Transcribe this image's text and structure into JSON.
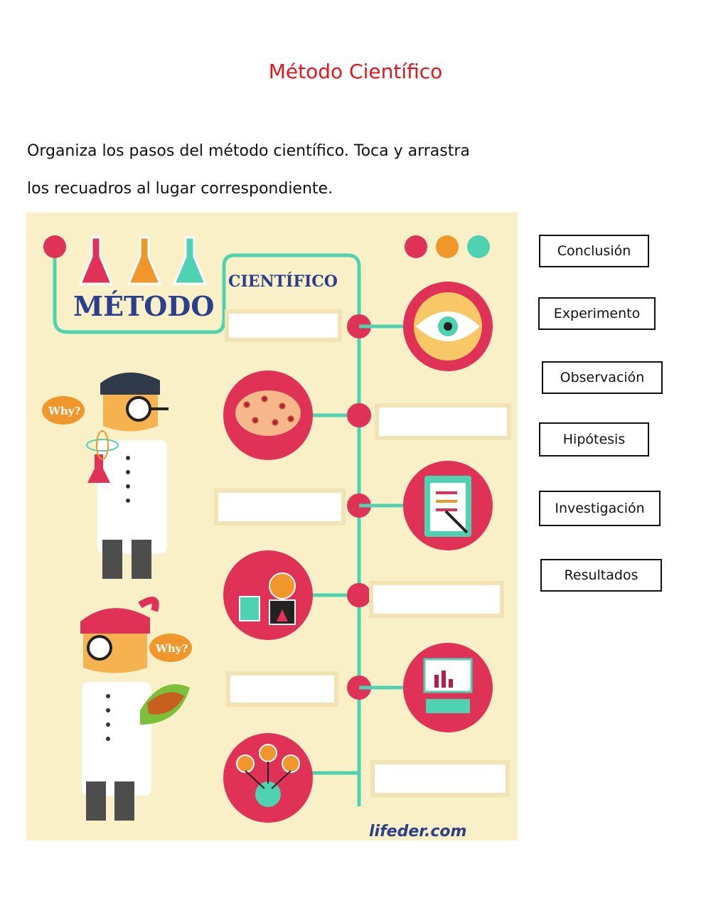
{
  "page": {
    "title": "Método Científico",
    "instructions": [
      "Organiza los pasos del método científico.  Toca y arrastra",
      "los recuadros al lugar correspondiente."
    ]
  },
  "poster": {
    "heading_top": "CIENTÍFICO",
    "heading_main": "MÉTODO",
    "bubble_1": "Why?",
    "bubble_2": "Why?",
    "credit": "lifeder.com",
    "colors": {
      "background": "#f9f0c8",
      "accent_red": "#e03157",
      "accent_orange": "#f0962a",
      "accent_teal": "#4fd2b2",
      "heading_blue": "#2b3f8c"
    },
    "step_icons": [
      "eye-icon",
      "brain-icon",
      "clipboard-icon",
      "lab-flask-icon",
      "computer-chart-icon",
      "network-icon"
    ]
  },
  "word_bank": [
    "Conclusión",
    "Experimento",
    "Observación",
    "Hipótesis",
    "Investigación",
    "Resultados"
  ]
}
